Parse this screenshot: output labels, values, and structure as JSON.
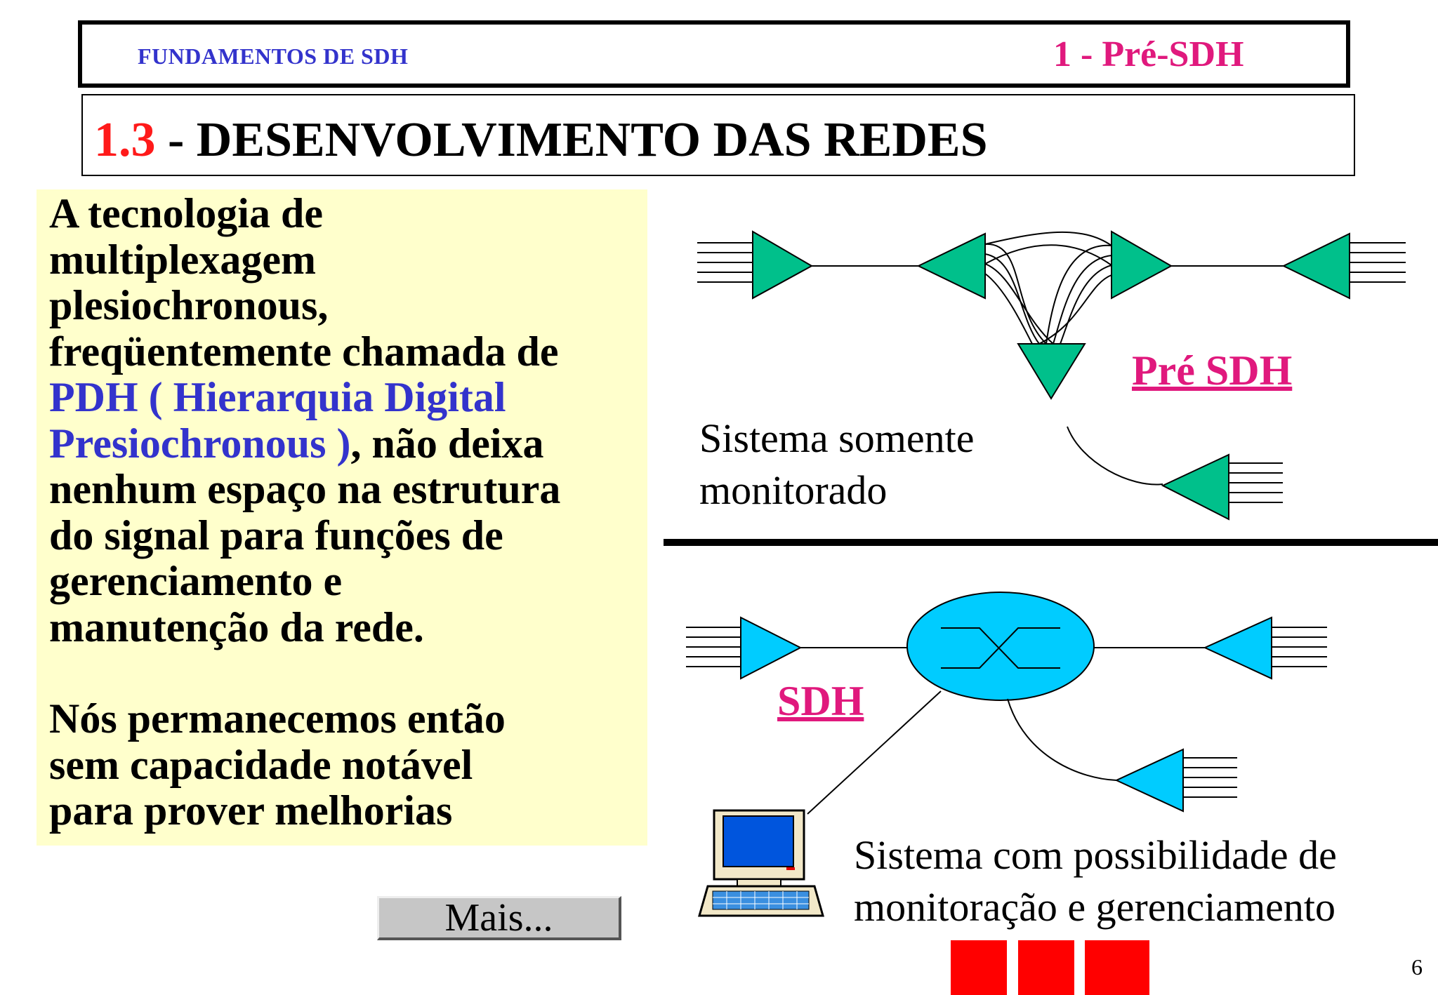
{
  "header": {
    "course_title": "FUNDAMENTOS DE SDH",
    "chapter_label": "1 - Pré-SDH"
  },
  "section": {
    "number": "1.3",
    "title": " - DESENVOLVIMENTO DAS REDES"
  },
  "body": {
    "p1_line1": "A tecnologia de",
    "p1_line2": "multiplexagem",
    "p1_line3": "plesiochronous,",
    "p1_line4": "freqüentemente chamada de",
    "p1_blue1": "PDH ( Hierarquia Digital",
    "p1_blue2": "Presiochronous )",
    "p1_after_blue": ", não deixa",
    "p1_line7": "nenhum espaço na estrutura",
    "p1_line8": "do signal para funções de",
    "p1_line9": "gerenciamento e",
    "p1_line10": "manutenção da rede.",
    "p2_line1": "Nós permanecemos então",
    "p2_line2": "sem capacidade notável",
    "p2_line3": "para prover melhorias"
  },
  "button": {
    "more_label": "Mais..."
  },
  "diagram": {
    "pre_sdh_label": "Pré SDH",
    "sdh_label": "SDH",
    "caption_top_line1": "Sistema somente",
    "caption_top_line2": "monitorado",
    "caption_bottom_line1": "Sistema com possibilidade de",
    "caption_bottom_line2": "monitoração e gerenciamento",
    "colors": {
      "green": "#00c08b",
      "cyan": "#00ccff",
      "red_blocks": "#ff0000"
    }
  },
  "page_number": "6"
}
